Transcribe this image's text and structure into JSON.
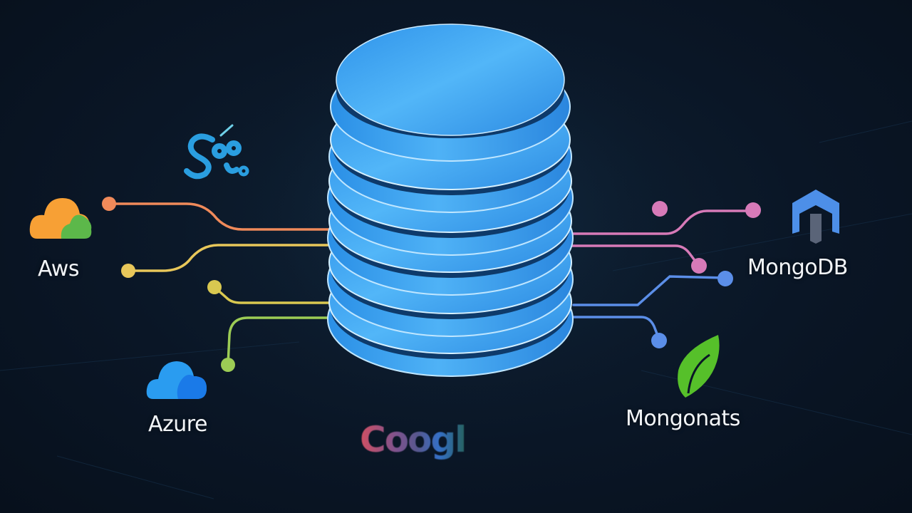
{
  "scene": {
    "background": "#0a1626",
    "center": {
      "name": "database-cylinder",
      "color": "#3ea2ee",
      "disk_count": 6
    }
  },
  "providers": {
    "aws": {
      "label": "Aws",
      "icon": "cloud-icon",
      "colors": [
        "#f7a035",
        "#5cb84a"
      ]
    },
    "azure": {
      "label": "Azure",
      "icon": "cloud-icon",
      "colors": [
        "#2a9cf0",
        "#1a7ae8"
      ]
    },
    "google": {
      "label": "Coogl",
      "icon": "google-wordmark"
    },
    "mongodb": {
      "label": "MongoDB",
      "icon": "mongodb-cube-icon",
      "color": "#4d8fe8"
    },
    "mongonats": {
      "label": "Mongonats",
      "icon": "leaf-icon",
      "color": "#56c02a"
    },
    "swirl": {
      "label": "",
      "icon": "swirl-logo-icon",
      "color": "#2a9ee0"
    }
  },
  "connectors": {
    "left": [
      {
        "color": "#f08a5a"
      },
      {
        "color": "#e8c75a"
      },
      {
        "color": "#d9c850"
      },
      {
        "color": "#9ccc55"
      }
    ],
    "right": [
      {
        "color": "#d77ab8"
      },
      {
        "color": "#d77ab8"
      },
      {
        "color": "#5b8ee8"
      },
      {
        "color": "#5b8ee8"
      }
    ]
  }
}
